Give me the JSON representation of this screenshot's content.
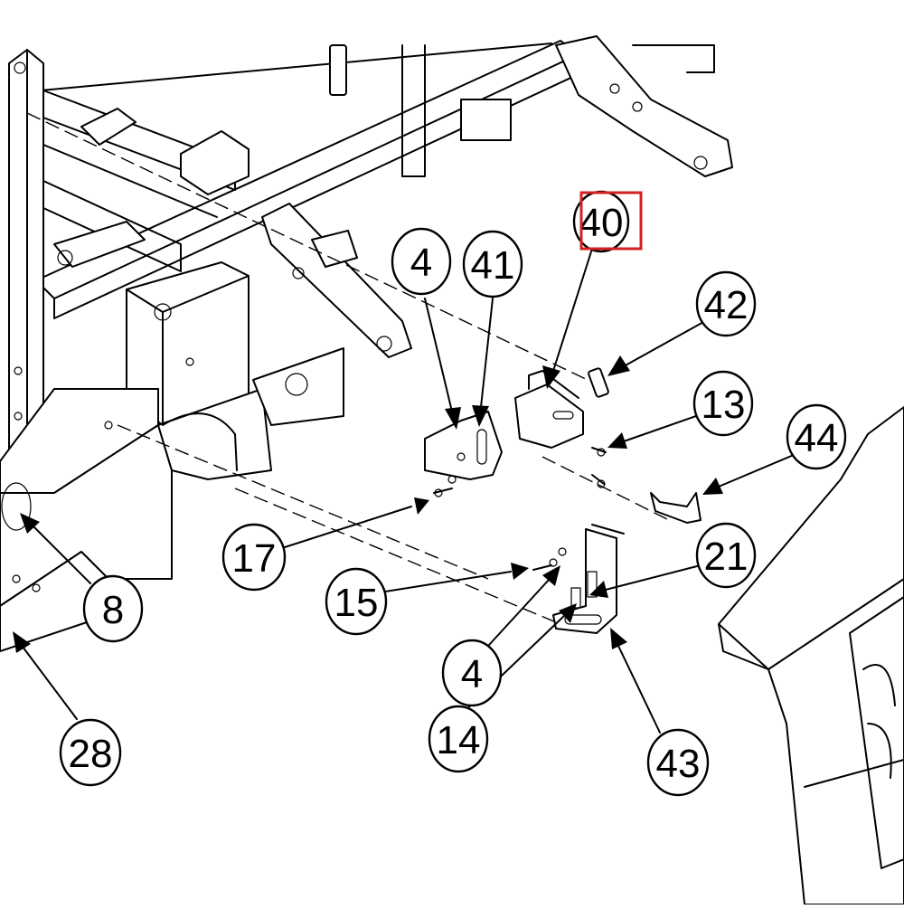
{
  "diagram": {
    "highlight_color": "#d32020",
    "highlighted_callout": "40",
    "callouts": [
      {
        "id": "c40",
        "label": "40"
      },
      {
        "id": "c4a",
        "label": "4"
      },
      {
        "id": "c41",
        "label": "41"
      },
      {
        "id": "c42",
        "label": "42"
      },
      {
        "id": "c13",
        "label": "13"
      },
      {
        "id": "c44",
        "label": "44"
      },
      {
        "id": "c17",
        "label": "17"
      },
      {
        "id": "c21",
        "label": "21"
      },
      {
        "id": "c15",
        "label": "15"
      },
      {
        "id": "c8",
        "label": "8"
      },
      {
        "id": "c4b",
        "label": "4"
      },
      {
        "id": "c14",
        "label": "14"
      },
      {
        "id": "c43",
        "label": "43"
      },
      {
        "id": "c28",
        "label": "28"
      }
    ]
  }
}
